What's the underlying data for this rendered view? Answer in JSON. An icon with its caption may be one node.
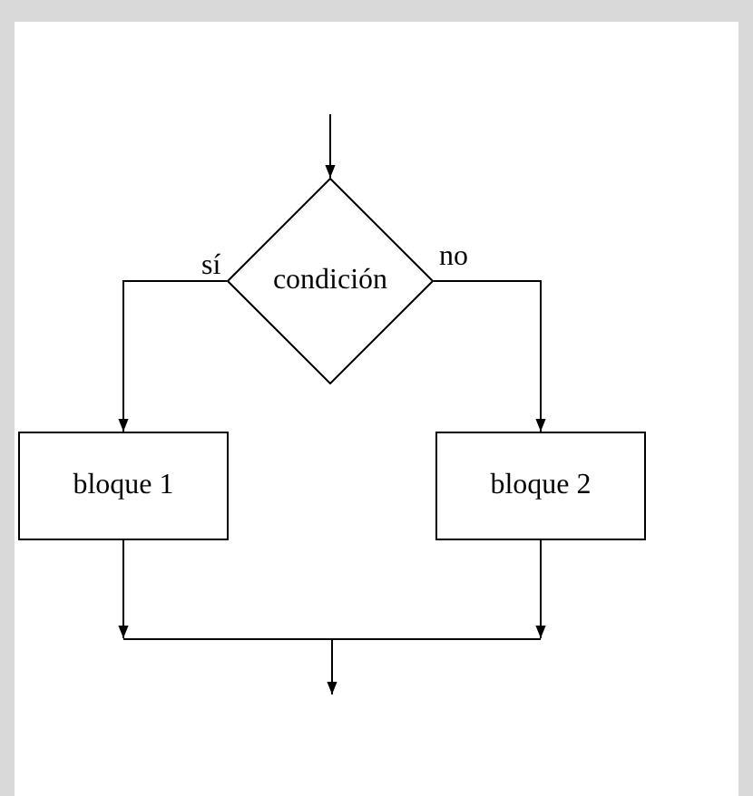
{
  "diagram": {
    "nodes": [
      {
        "text": [
          "condición"
        ]
      },
      {
        "text": [
          "bloque 1"
        ]
      },
      {
        "text": [
          "bloque 2"
        ]
      },
      {
        "text": [],
        "shape": "bar"
      }
    ],
    "edges": [
      {
        "from": null,
        "to": 0,
        "arrow": "to"
      },
      {
        "from": 0,
        "to": 1,
        "arrow": "to",
        "label": "sí"
      },
      {
        "from": 0,
        "to": 2,
        "arrow": "to",
        "label": "no"
      },
      {
        "from": 1,
        "to": 3,
        "arrow": "to"
      },
      {
        "from": 2,
        "to": 3,
        "arrow": "to"
      },
      {
        "from": 3,
        "to": null,
        "arrow": "to"
      }
    ]
  }
}
